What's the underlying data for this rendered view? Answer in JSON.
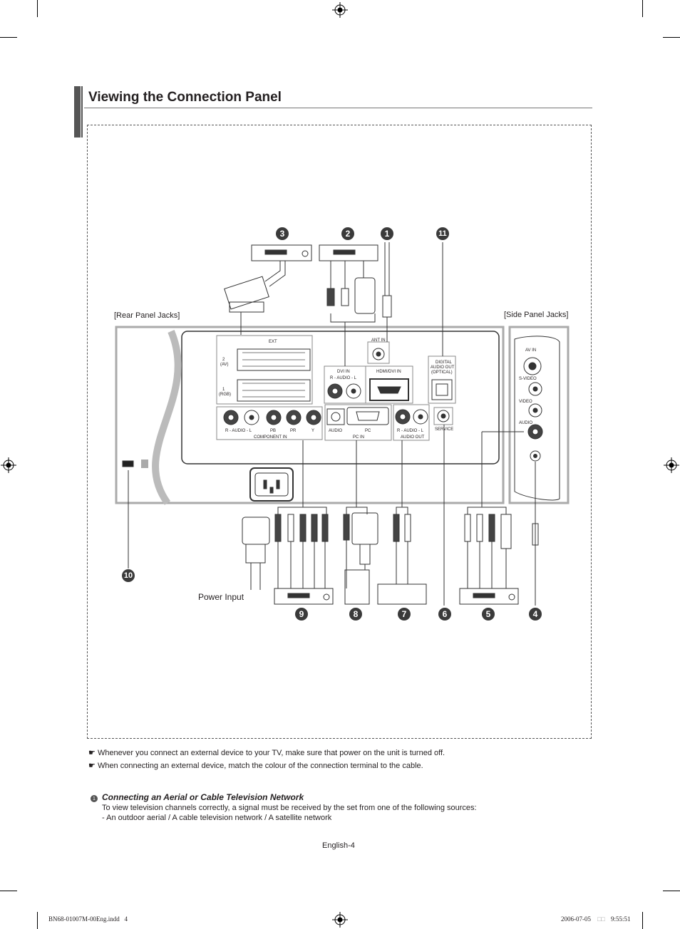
{
  "page": {
    "title": "Viewing the Connection Panel",
    "footer": "English-4",
    "print_file": "BN68-01007M-00Eng.indd   4",
    "print_date": "2006-07-05",
    "print_time": "9:55:51"
  },
  "diagram": {
    "rear_label": "[Rear Panel Jacks]",
    "side_label": "[Side Panel Jacks]",
    "power_label": "Power Input",
    "badges_top": [
      "3",
      "2",
      "1",
      "11"
    ],
    "badges_bottom": [
      "9",
      "8",
      "7",
      "6",
      "5",
      "4"
    ],
    "badge_left": "10",
    "jacks": {
      "ext": "EXT",
      "ext_2": "2\n(AV)",
      "ext_1": "1\n(RGB)",
      "ant_in": "ANT IN",
      "dvi_in": "DVI IN",
      "dvi_audio": "R - AUDIO - L",
      "hdmi": "HDMI/DVI IN",
      "optical": "DIGITAL\nAUDIO OUT\n(OPTICAL)",
      "component_audio": "R - AUDIO - L",
      "component": "COMPONENT IN",
      "pb": "PB",
      "pr": "PR",
      "y": "Y",
      "pc_audio": "AUDIO",
      "pc": "PC",
      "pc_in": "PC IN",
      "audio_out_rl": "R - AUDIO - L",
      "audio_out": "AUDIO OUT",
      "service": "SERVICE",
      "av_in": "AV IN",
      "s_video": "S-VIDEO",
      "video": "VIDEO",
      "audio": "AUDIO"
    }
  },
  "notes": [
    "Whenever you connect an external device to your TV, make sure that power on the unit is turned off.",
    "When connecting an external device, match the colour of the connection terminal to the cable."
  ],
  "section": {
    "number": "1",
    "heading": "Connecting an Aerial or Cable Television Network",
    "line1": "To view television channels correctly, a signal must be received by the set from one of the following sources:",
    "line2": "- An outdoor aerial / A cable television network / A satellite network"
  },
  "colors": {
    "badge": "#3a3a3a",
    "rule": "#777777"
  }
}
